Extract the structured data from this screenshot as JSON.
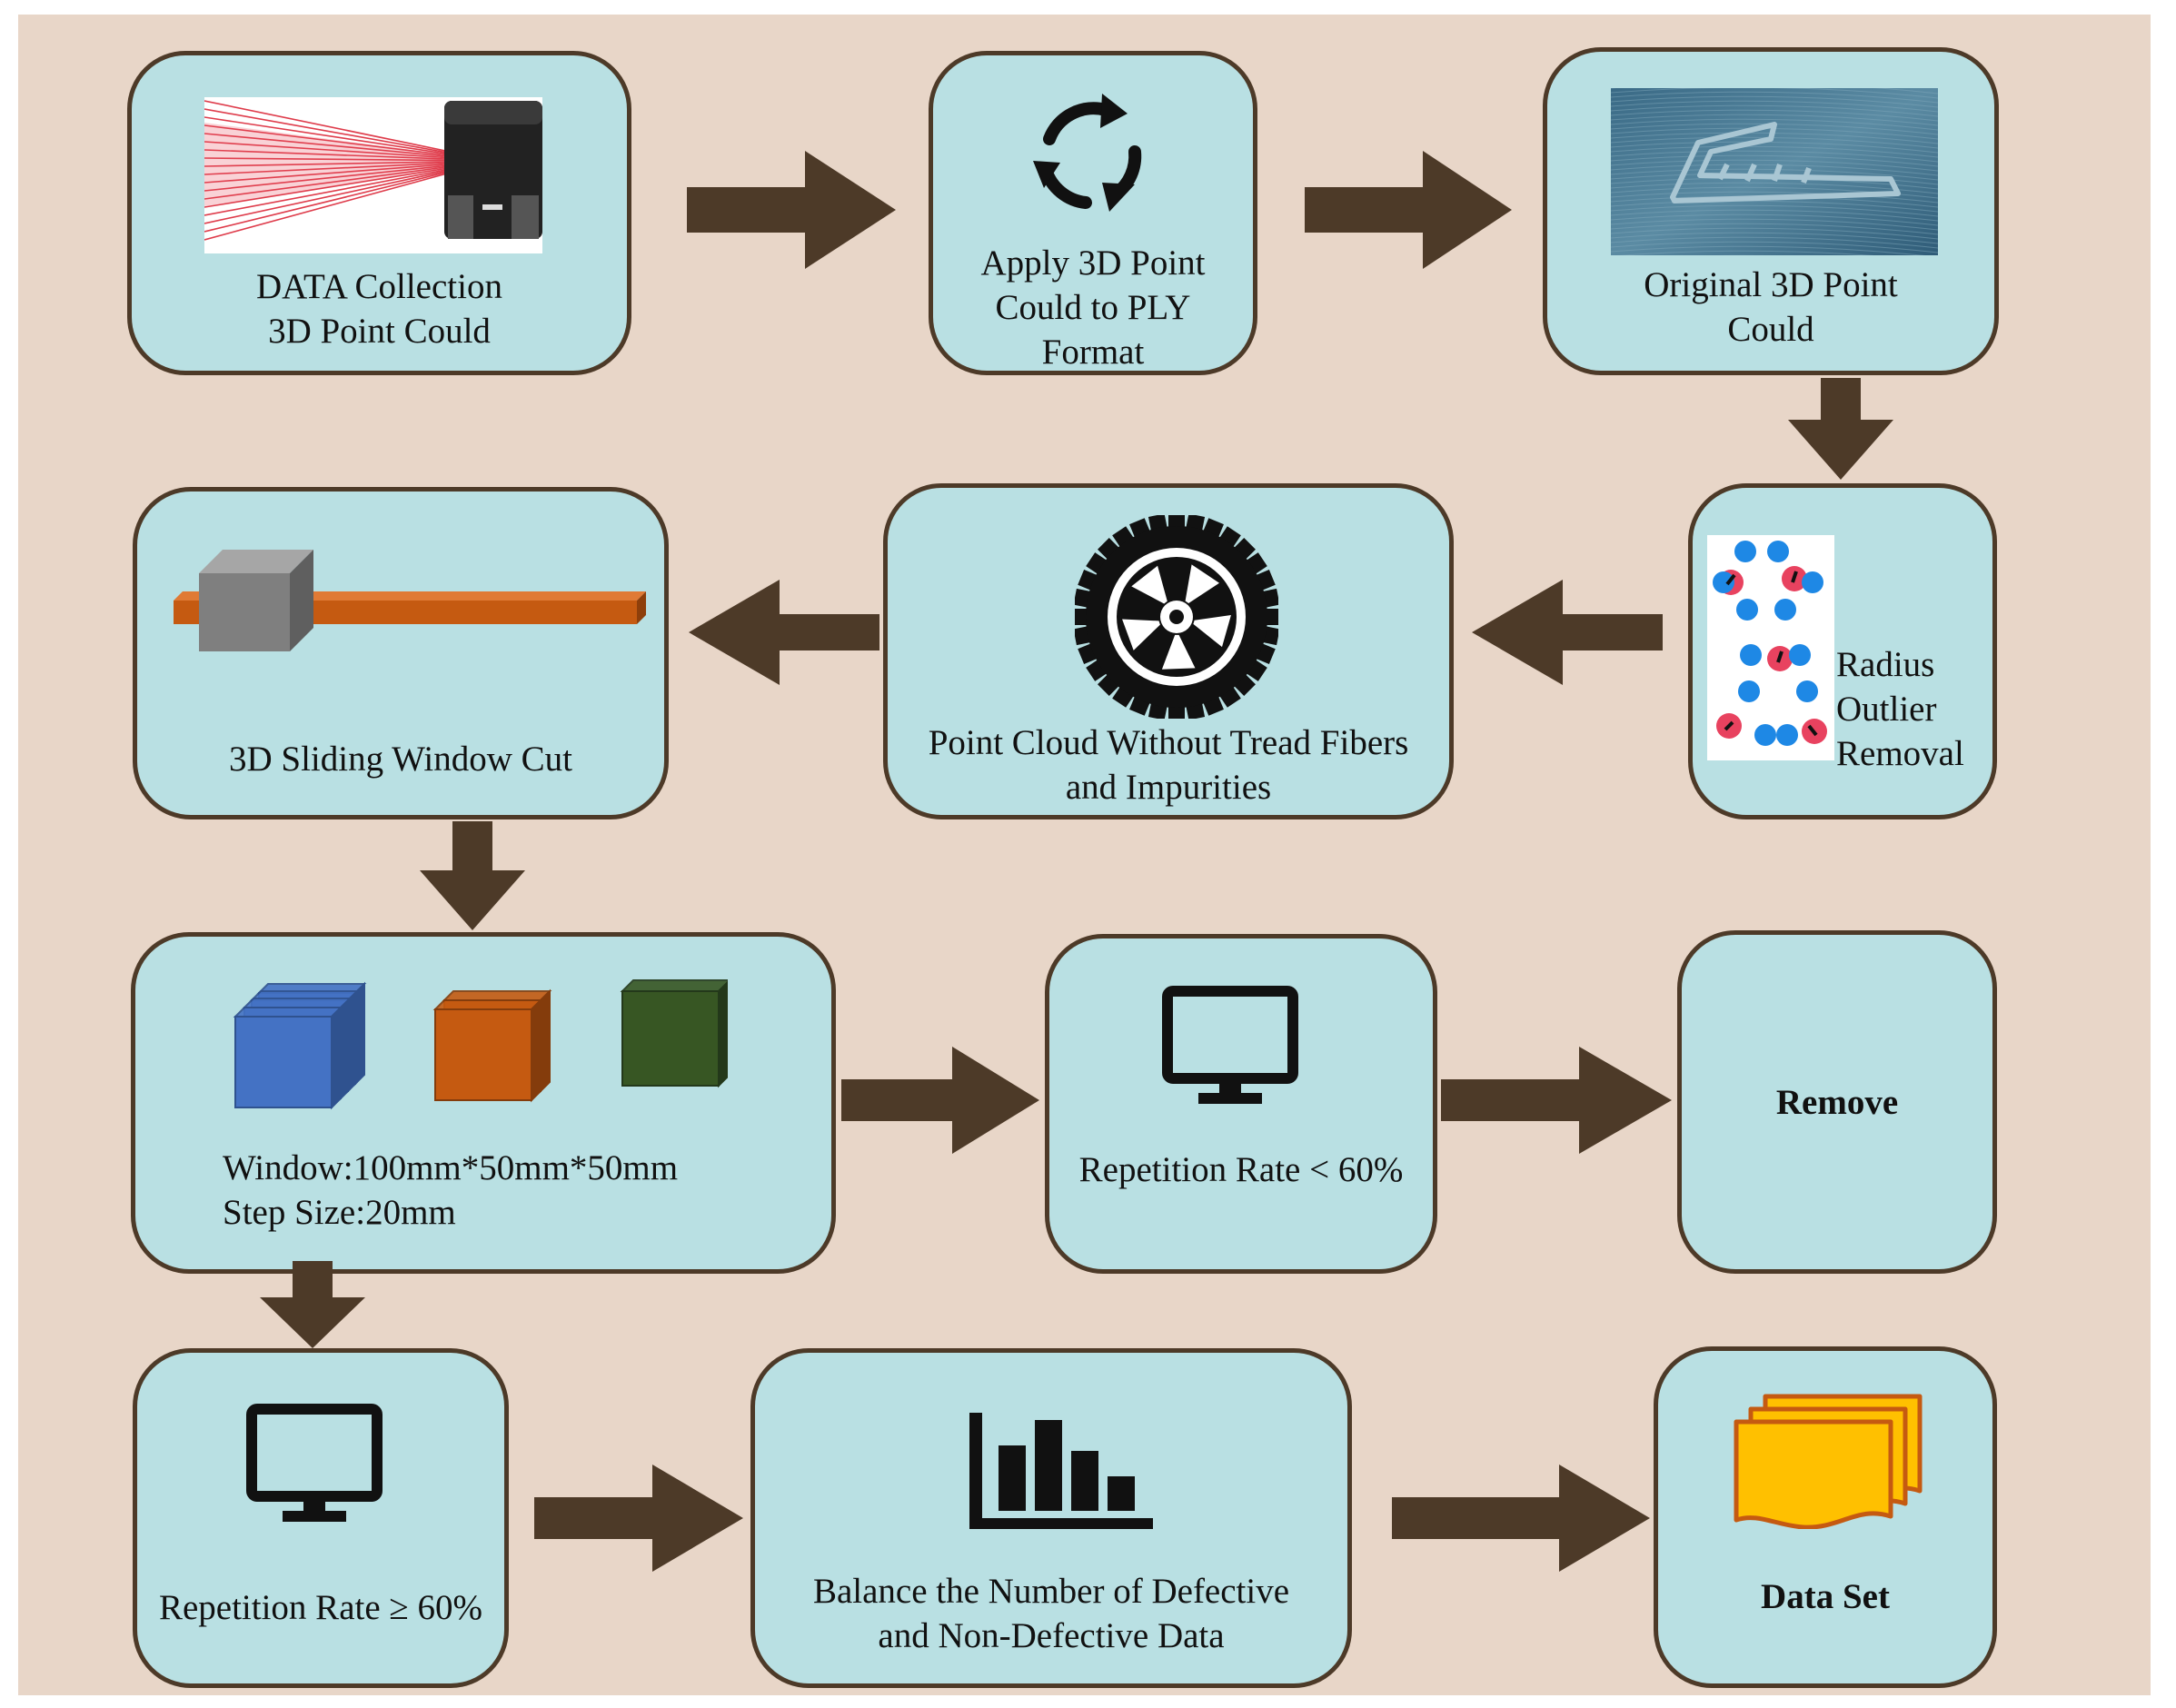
{
  "colors": {
    "background": "#e8d6c8",
    "box_fill": "#b9e0e3",
    "box_border": "#4d3a28",
    "arrow": "#4d3a28",
    "cube_blue": "#4472c4",
    "cube_orange": "#c55a11",
    "cube_green": "#375623",
    "dataset_yellow": "#ffc000",
    "outlier_red": "#e8425f",
    "point_blue": "#1e88e5"
  },
  "nodes": {
    "data_collection": {
      "label": "DATA Collection\n3D Point Could",
      "icon": "laser-scanner-icon"
    },
    "apply_ply": {
      "label": "Apply 3D Point\nCould to PLY\nFormat",
      "icon": "refresh-cycle-icon"
    },
    "original_cloud": {
      "label": "Original 3D Point\nCould",
      "icon": "tire-tread-scan-image"
    },
    "radius_outlier": {
      "label": "Radius\nOutlier\nRemoval",
      "icon": "outlier-points-icon"
    },
    "clean_cloud": {
      "label": "Point Cloud Without Tread Fibers\nand Impurities",
      "icon": "tire-wheel-icon"
    },
    "sliding_window": {
      "label": "3D Sliding Window Cut",
      "icon": "sliding-window-icon"
    },
    "window_params": {
      "label": "Window:100mm*50mm*50mm\nStep Size:20mm",
      "icon": "window-cubes-icon"
    },
    "rate_low": {
      "label": "Repetition Rate < 60%",
      "icon": "monitor-icon"
    },
    "remove": {
      "label": "Remove"
    },
    "rate_high": {
      "label": "Repetition Rate ≥ 60%",
      "icon": "monitor-icon"
    },
    "balance": {
      "label": "Balance the Number of Defective\nand Non-Defective Data",
      "icon": "bar-chart-icon"
    },
    "dataset": {
      "label": "Data Set",
      "icon": "documents-stack-icon"
    }
  }
}
